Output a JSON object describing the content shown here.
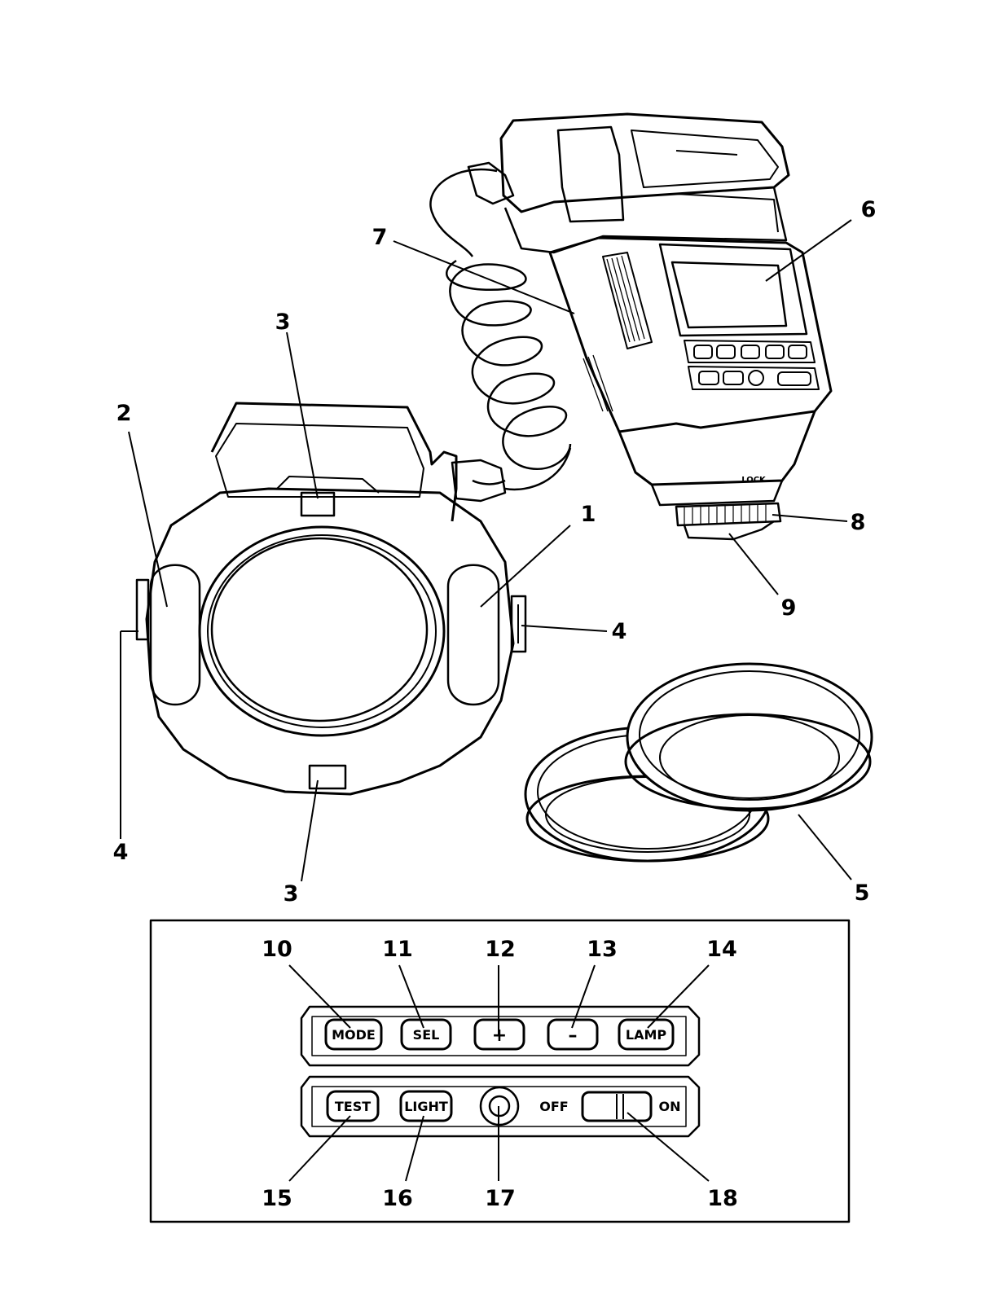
{
  "callouts": {
    "c1": "1",
    "c2": "2",
    "c3a": "3",
    "c3b": "3",
    "c4a": "4",
    "c4b": "4",
    "c5": "5",
    "c6": "6",
    "c7": "7",
    "c8": "8",
    "c9": "9",
    "c10": "10",
    "c11": "11",
    "c12": "12",
    "c13": "13",
    "c14": "14",
    "c15": "15",
    "c16": "16",
    "c17": "17",
    "c18": "18"
  },
  "panel": {
    "mode": "MODE",
    "sel": "SEL",
    "plus": "+",
    "minus": "–",
    "lamp": "LAMP",
    "test": "TEST",
    "light": "LIGHT",
    "off": "OFF",
    "on": "ON"
  },
  "flash_unit": {
    "lock": "LOCK"
  }
}
